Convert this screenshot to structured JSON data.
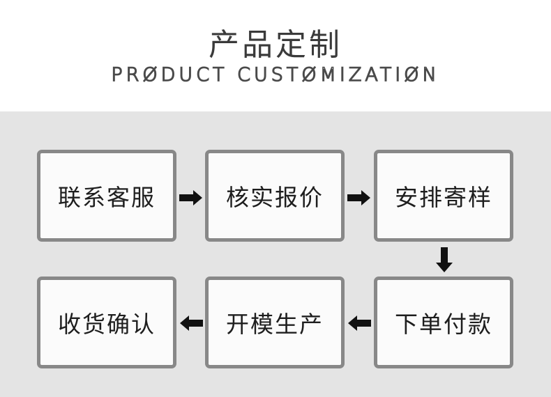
{
  "header": {
    "title_cn": "产品定制",
    "title_en": "PRØDUCT CUSTØMIZATIØN"
  },
  "steps": [
    {
      "label": "联系客服"
    },
    {
      "label": "核实报价"
    },
    {
      "label": "安排寄样"
    },
    {
      "label": "下单付款"
    },
    {
      "label": "开模生产"
    },
    {
      "label": "收货确认"
    }
  ],
  "colors": {
    "panel_bg": "#e4e4e4",
    "box_border": "#888888",
    "box_fill": "#fbfbfb",
    "arrow": "#111111"
  }
}
